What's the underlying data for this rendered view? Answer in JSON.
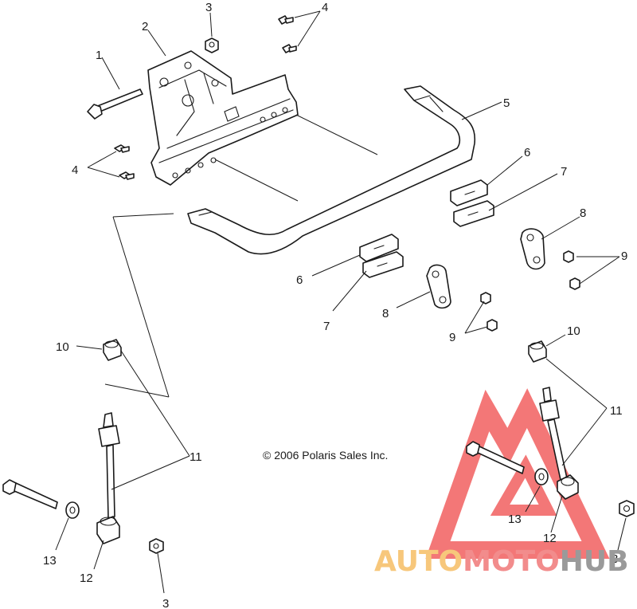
{
  "copyright": "© 2006 Polaris Sales Inc.",
  "callouts": [
    {
      "id": "c1",
      "text": "1"
    },
    {
      "id": "c2",
      "text": "2"
    },
    {
      "id": "c3a",
      "text": "3"
    },
    {
      "id": "c3b",
      "text": "3"
    },
    {
      "id": "c3c",
      "text": "3"
    },
    {
      "id": "c4a",
      "text": "4"
    },
    {
      "id": "c4b",
      "text": "4"
    },
    {
      "id": "c5",
      "text": "5"
    },
    {
      "id": "c6a",
      "text": "6"
    },
    {
      "id": "c6b",
      "text": "6"
    },
    {
      "id": "c7a",
      "text": "7"
    },
    {
      "id": "c7b",
      "text": "7"
    },
    {
      "id": "c8a",
      "text": "8"
    },
    {
      "id": "c8b",
      "text": "8"
    },
    {
      "id": "c9a",
      "text": "9"
    },
    {
      "id": "c9b",
      "text": "9"
    },
    {
      "id": "c10a",
      "text": "10"
    },
    {
      "id": "c10b",
      "text": "10"
    },
    {
      "id": "c11a",
      "text": "11"
    },
    {
      "id": "c11b",
      "text": "11"
    },
    {
      "id": "c12a",
      "text": "12"
    },
    {
      "id": "c12b",
      "text": "12"
    },
    {
      "id": "c13a",
      "text": "13"
    },
    {
      "id": "c13b",
      "text": "13"
    }
  ],
  "watermark": {
    "part1": "AUTO",
    "part2": "MOTO",
    "part3": "HUB",
    "colors": {
      "part1": "#f7c77b",
      "part2": "#f28c8c",
      "part3": "#9a9a9a",
      "triangle": "#f04a4a"
    }
  }
}
